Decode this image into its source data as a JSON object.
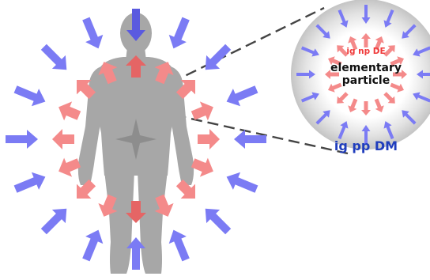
{
  "labels": {
    "dark_energy": "ig np DE",
    "particle_line1": "elementary",
    "particle_line2": "particle",
    "dark_matter": "ig pp DM"
  },
  "colors": {
    "inward_arrow": "#7b7bf4",
    "inward_arrow_on_body": "#5a5adf",
    "outward_arrow": "#f48a8a",
    "outward_arrow_on_body": "#e56565",
    "body": "#a7a7a7",
    "star": "#8d8d8d",
    "dashed_line": "#444444",
    "dark_energy_text": "#ef3b3b",
    "dark_matter_text": "#1f3dbd",
    "particle_text": "#111111"
  },
  "icons": {
    "body": "human-silhouette",
    "center": "four-point-star",
    "inward": "inward-arrow",
    "outward": "outward-arrow"
  }
}
